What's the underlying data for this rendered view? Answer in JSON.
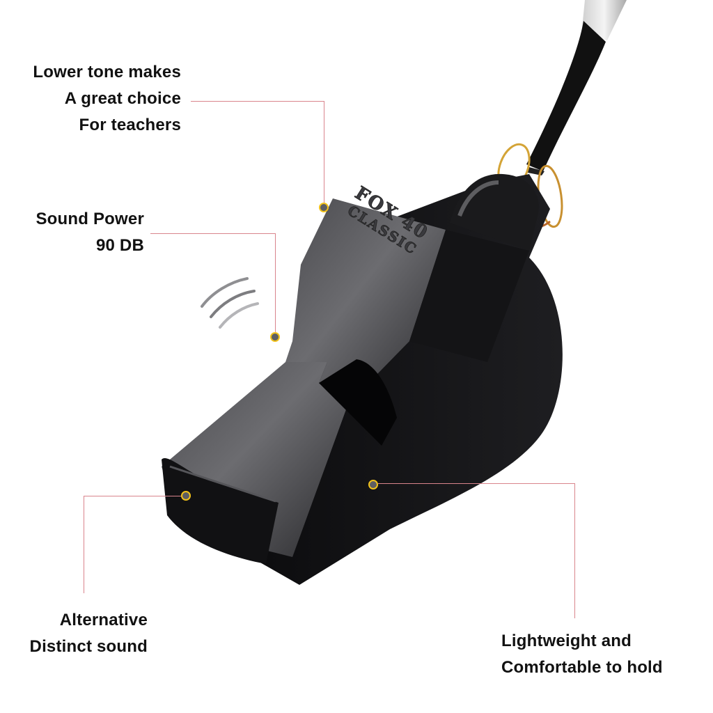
{
  "product": {
    "name": "Fox 40 Classic whistle",
    "embossed_text": [
      "FOX 40",
      "CLASSIC"
    ],
    "body_color": "#1a1a1c",
    "highlight_color": "#6a6a6e",
    "cord_color": "#111111",
    "ring_color": "#d4a437"
  },
  "callouts": [
    {
      "id": "lower-tone",
      "lines": [
        "Lower tone makes",
        "A great choice",
        "For teachers"
      ]
    },
    {
      "id": "sound-power",
      "lines": [
        "Sound Power",
        "90 DB"
      ]
    },
    {
      "id": "alternative-sound",
      "lines": [
        "Alternative",
        "Distinct sound"
      ]
    },
    {
      "id": "lightweight",
      "lines": [
        "Lightweight and",
        "Comfortable to hold"
      ]
    }
  ],
  "colors": {
    "leader_line": "#d9848c",
    "dot_fill": "#5e5e62",
    "dot_ring": "#f2c21b",
    "text": "#111111",
    "background": "#ffffff"
  },
  "icons": {
    "sound_waves": "sound-waves-icon"
  }
}
